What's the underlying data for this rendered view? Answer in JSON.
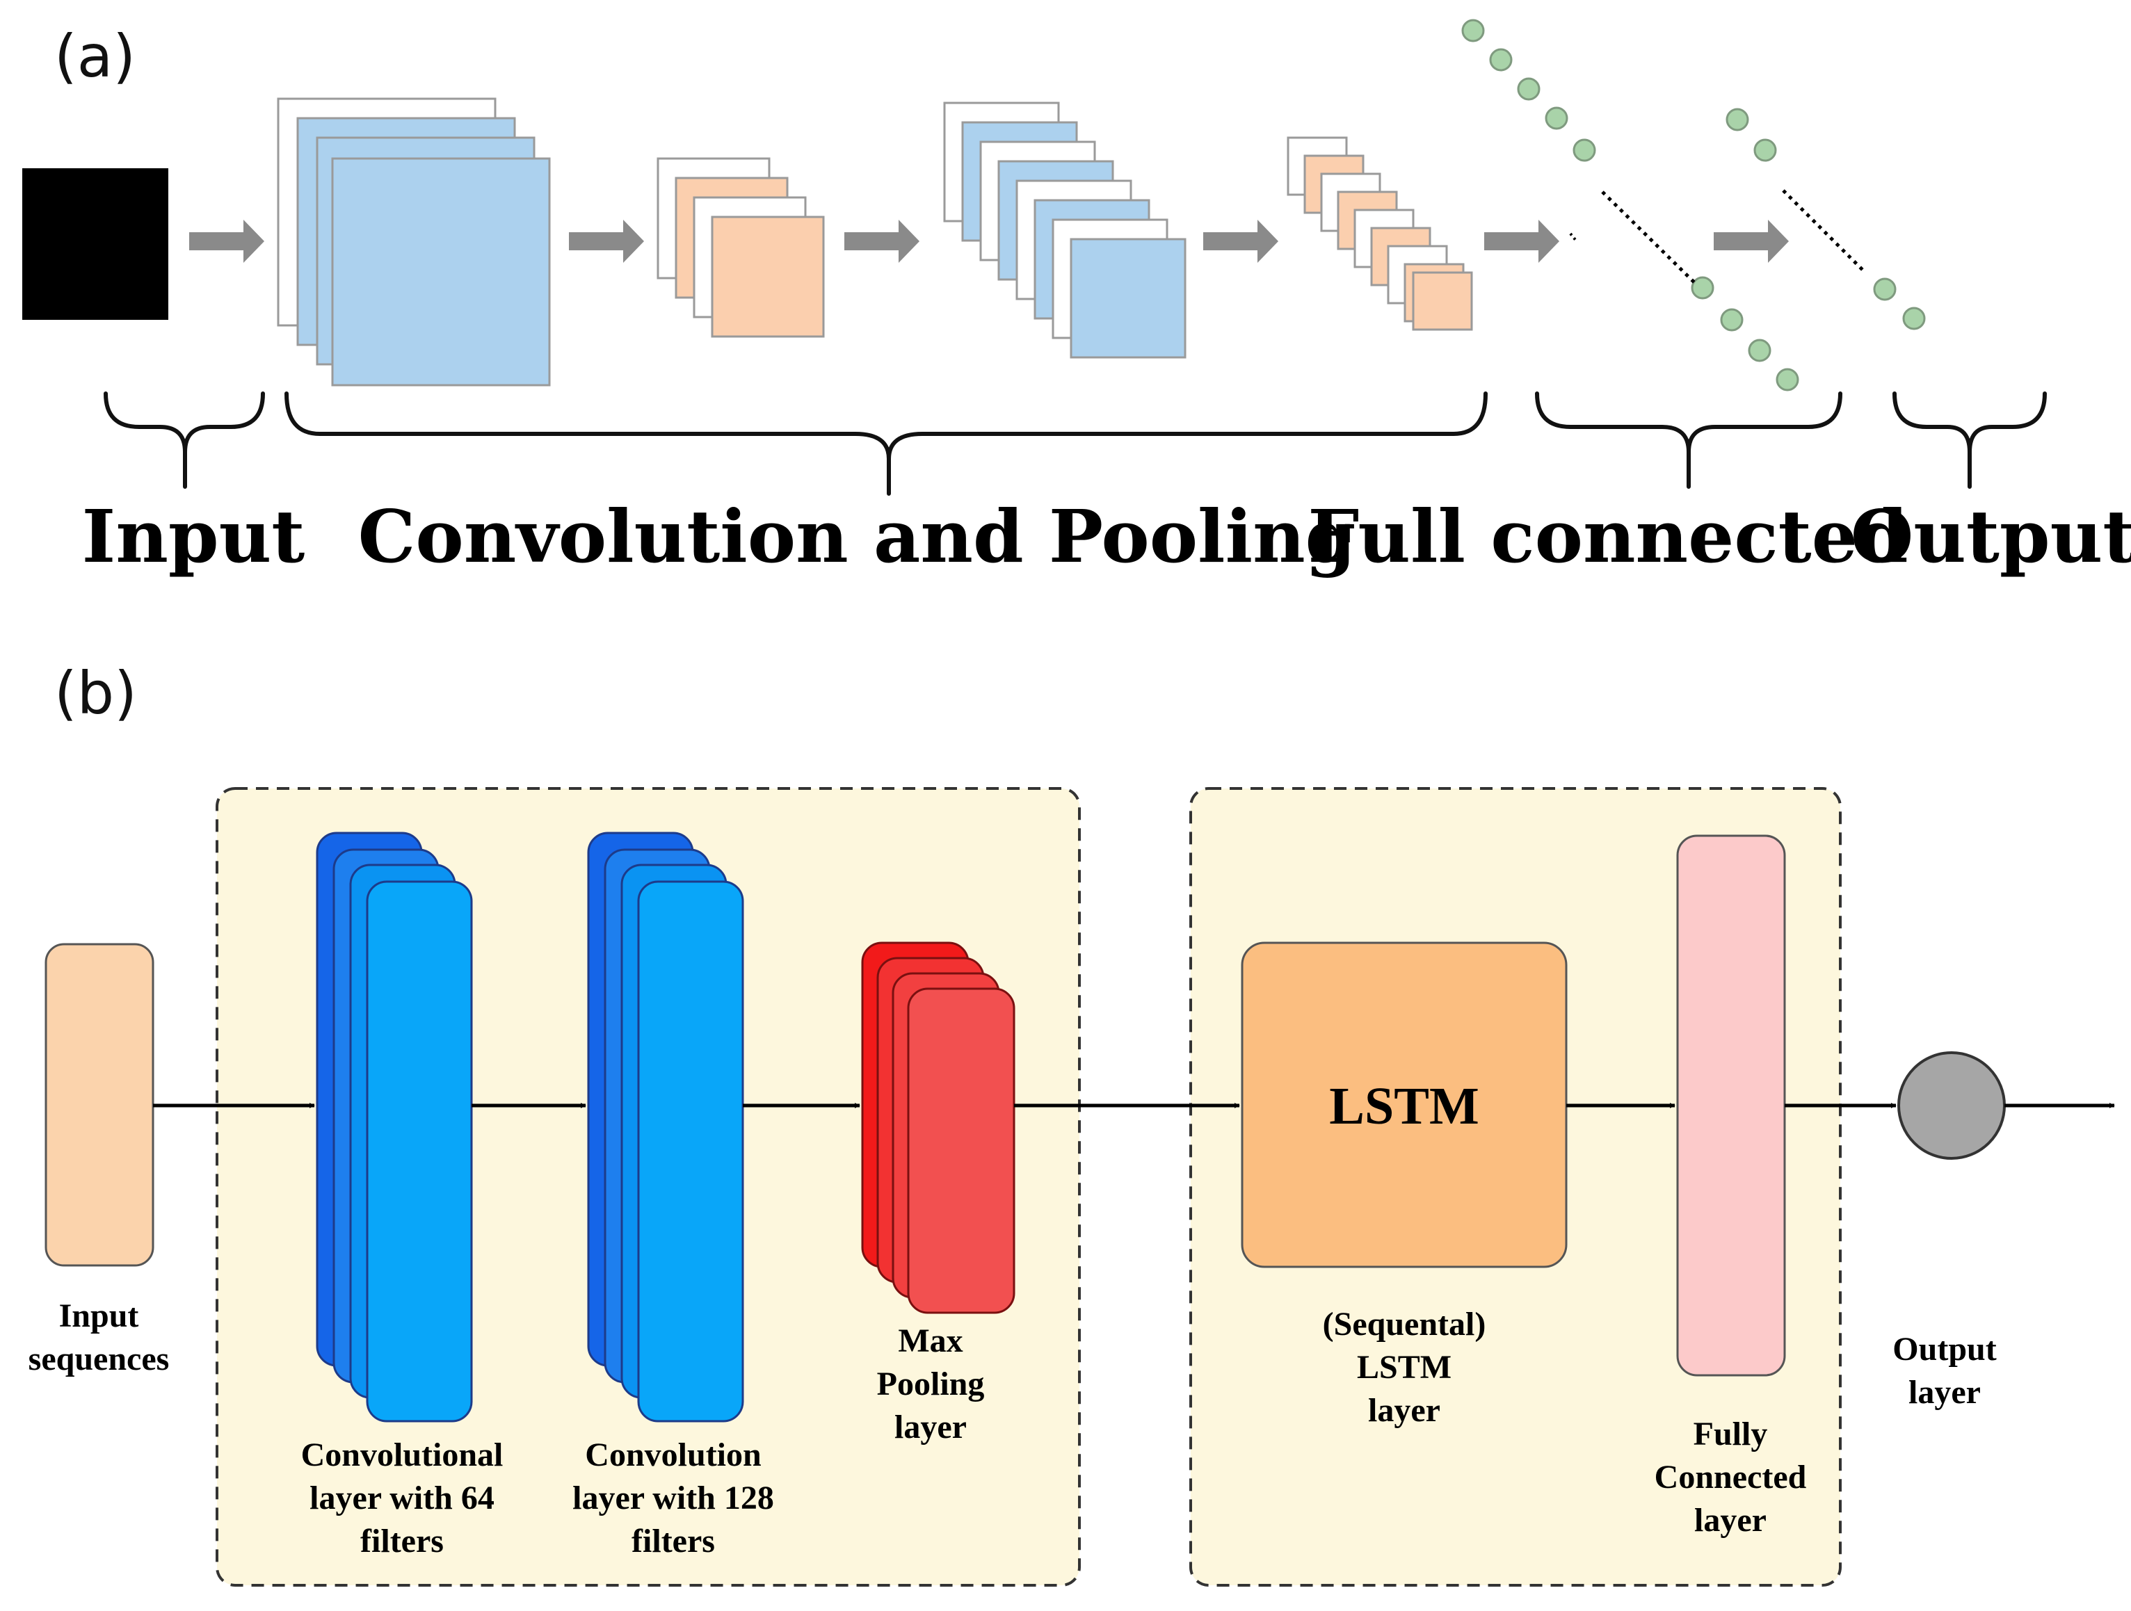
{
  "panel_a": {
    "tag": "(a)",
    "sections": {
      "input": "Input",
      "conv_pool": "Convolution and Pooling",
      "full_connected": "Full connected",
      "output": "Output"
    }
  },
  "panel_b": {
    "tag": "(b)",
    "input_block": {
      "lines": [
        "Input",
        "sequences"
      ]
    },
    "conv64_block": {
      "lines": [
        "Convolutional",
        "layer with 64",
        "filters"
      ]
    },
    "conv128_block": {
      "lines": [
        "Convolution",
        "layer with 128",
        "filters"
      ]
    },
    "maxpool_block": {
      "lines": [
        "Max",
        "Pooling",
        "layer"
      ]
    },
    "lstm_block": {
      "inner": "LSTM",
      "lines": [
        "(Sequental)",
        "LSTM",
        "layer"
      ]
    },
    "fc_block": {
      "lines": [
        "Fully",
        "Connected",
        "layer"
      ]
    },
    "output_block": {
      "lines": [
        "Output",
        "layer"
      ]
    }
  },
  "colors": {
    "feature_map_blue": "#acd1ee",
    "feature_map_orange": "#fbcfae",
    "neuron_green": "#a9d3a9",
    "arrow_gray": "#8a8a8a",
    "group_background": "#fdf7dd",
    "input_seq": "#fbd3ac",
    "conv_blue": "#0aa3f8",
    "conv_blue_dark": "#1565e8",
    "maxpool_red": "#f25050",
    "lstm_orange": "#fbbe80",
    "fc_pink": "#fccaca",
    "output_gray": "#a6a6a6"
  }
}
